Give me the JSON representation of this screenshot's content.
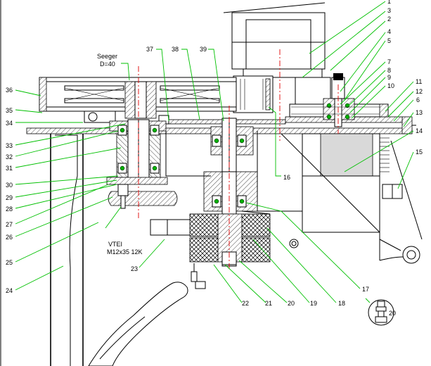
{
  "notes": {
    "seeger_line1": "Seeger",
    "seeger_line2": "D=40",
    "vtei_line1": "VTEI",
    "vtei_line2": "M12x35 12K"
  },
  "colors": {
    "leader": "#00c000",
    "centerline": "#e00000",
    "bearing_ball": "#00b000"
  },
  "callouts": [
    {
      "id": "1",
      "text": "1"
    },
    {
      "id": "2",
      "text": "2"
    },
    {
      "id": "3",
      "text": "3"
    },
    {
      "id": "4",
      "text": "4"
    },
    {
      "id": "5",
      "text": "5"
    },
    {
      "id": "6",
      "text": "6"
    },
    {
      "id": "7",
      "text": "7"
    },
    {
      "id": "8",
      "text": "8"
    },
    {
      "id": "9",
      "text": "9"
    },
    {
      "id": "10",
      "text": "10"
    },
    {
      "id": "11",
      "text": "11"
    },
    {
      "id": "12",
      "text": "12"
    },
    {
      "id": "13",
      "text": "13"
    },
    {
      "id": "14",
      "text": "14"
    },
    {
      "id": "15",
      "text": "15"
    },
    {
      "id": "16",
      "text": "16"
    },
    {
      "id": "17",
      "text": "17"
    },
    {
      "id": "18",
      "text": "18"
    },
    {
      "id": "19",
      "text": "19"
    },
    {
      "id": "20",
      "text": "20"
    },
    {
      "id": "20b",
      "text": "20"
    },
    {
      "id": "21",
      "text": "21"
    },
    {
      "id": "22",
      "text": "22"
    },
    {
      "id": "23",
      "text": "23"
    },
    {
      "id": "24",
      "text": "24"
    },
    {
      "id": "25",
      "text": "25"
    },
    {
      "id": "26",
      "text": "26"
    },
    {
      "id": "27",
      "text": "27"
    },
    {
      "id": "28",
      "text": "28"
    },
    {
      "id": "29",
      "text": "29"
    },
    {
      "id": "30",
      "text": "30"
    },
    {
      "id": "31",
      "text": "31"
    },
    {
      "id": "32",
      "text": "32"
    },
    {
      "id": "33",
      "text": "33"
    },
    {
      "id": "34",
      "text": "34"
    },
    {
      "id": "35",
      "text": "35"
    },
    {
      "id": "36",
      "text": "36"
    },
    {
      "id": "37",
      "text": "37"
    },
    {
      "id": "38",
      "text": "38"
    },
    {
      "id": "39",
      "text": "39"
    }
  ]
}
